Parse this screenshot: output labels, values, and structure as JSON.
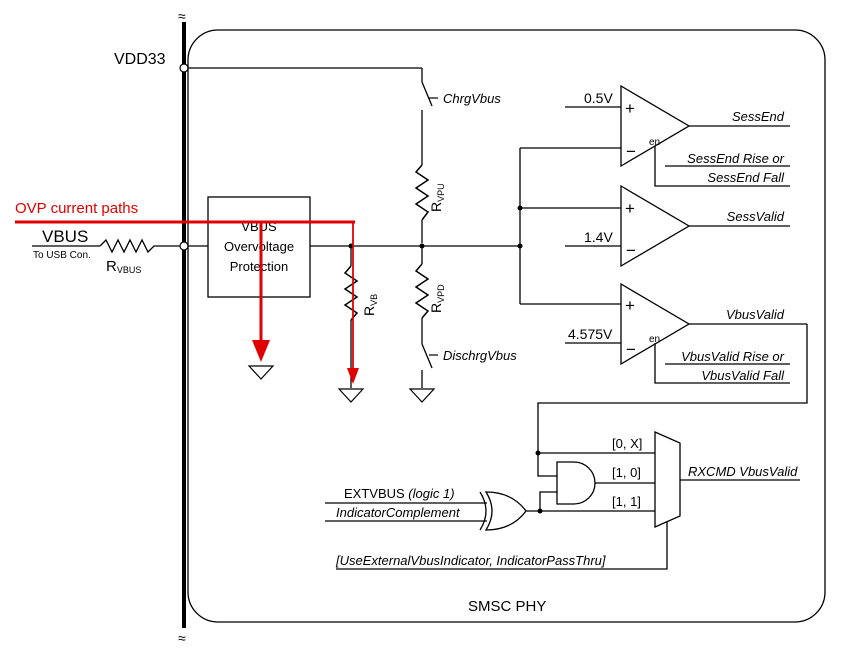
{
  "labels": {
    "vdd33": "VDD33",
    "vbus": "VBUS",
    "to_usb": "To USB Con.",
    "r_vbus_main": "R",
    "r_vbus_sub": "VBUS",
    "ovp_line1": "VBUS",
    "ovp_line2": "Overvoltage",
    "ovp_line3": "Protection",
    "r_vb_main": "R",
    "r_vb_sub": "VB",
    "r_vpu_main": "R",
    "r_vpu_sub": "VPU",
    "r_vpd_main": "R",
    "r_vpd_sub": "VPD",
    "chrg_vbus": "ChrgVbus",
    "dischrg_vbus": "DischrgVbus",
    "v_0_5": "0.5V",
    "v_1_4": "1.4V",
    "v_4_575": "4.575V",
    "sess_end": "SessEnd",
    "sess_end_rf_1": "SessEnd Rise or",
    "sess_end_rf_2": "SessEnd Fall",
    "sess_valid": "SessValid",
    "vbus_valid": "VbusValid",
    "vbus_valid_rf_1": "VbusValid Rise or",
    "vbus_valid_rf_2": "VbusValid Fall",
    "en": "en",
    "plus": "+",
    "minus": "−",
    "mux_0x": "[0, X]",
    "mux_10": "[1, 0]",
    "mux_11": "[1, 1]",
    "rxcmd": "RXCMD VbusValid",
    "extvbus_main": "EXTVBUS ",
    "extvbus_logic": "(logic 1)",
    "indicator_complement": "IndicatorComplement",
    "use_external": "[UseExternalVbusIndicator, IndicatorPassThru]",
    "smsc_phy": "SMSC PHY",
    "ovp_paths": "OVP current paths",
    "squiggle": "≈"
  },
  "colors": {
    "line": "#000000",
    "highlight": "#e00000",
    "background": "#ffffff"
  }
}
